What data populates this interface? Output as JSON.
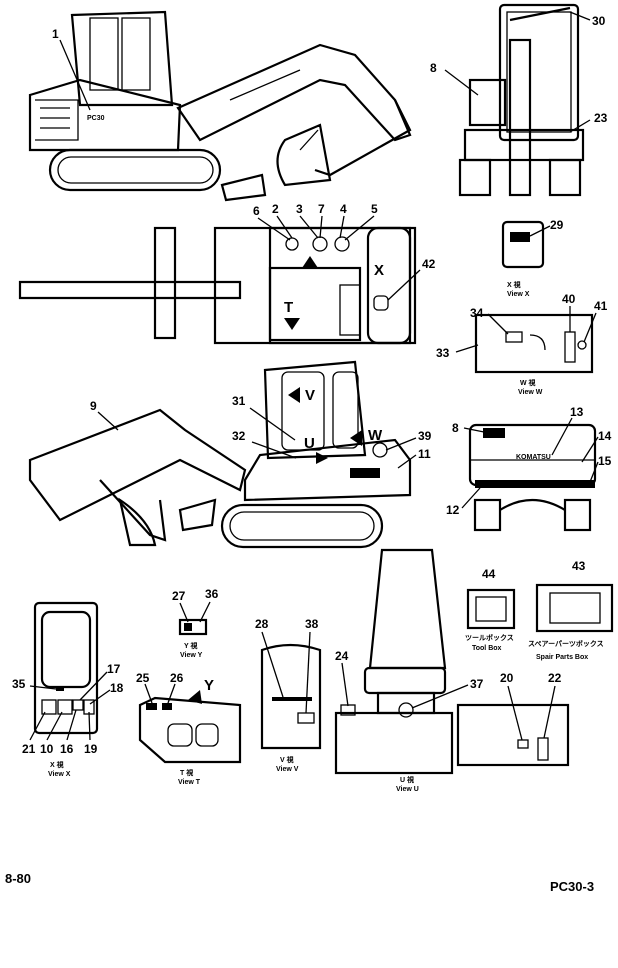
{
  "callouts": {
    "n1": "1",
    "n2": "2",
    "n3": "3",
    "n4": "4",
    "n5": "5",
    "n6": "6",
    "n7": "7",
    "n8": "8",
    "n9": "9",
    "n10": "10",
    "n11": "11",
    "n12": "12",
    "n13": "13",
    "n14": "14",
    "n15": "15",
    "n16": "16",
    "n17": "17",
    "n18": "18",
    "n19": "19",
    "n20": "20",
    "n21": "21",
    "n22": "22",
    "n23": "23",
    "n24": "24",
    "n25": "25",
    "n26": "26",
    "n27": "27",
    "n28": "28",
    "n29": "29",
    "n30": "30",
    "n31": "31",
    "n32": "32",
    "n33": "33",
    "n34": "34",
    "n35": "35",
    "n36": "36",
    "n37": "37",
    "n38": "38",
    "n39": "39",
    "n40": "40",
    "n41": "41",
    "n42": "42",
    "n43": "43",
    "n44": "44"
  },
  "view_letters": {
    "x": "X",
    "t": "T",
    "v": "V",
    "u": "U",
    "w": "W",
    "y": "Y"
  },
  "view_labels": {
    "view_x_top_jp": "X 視",
    "view_x_top": "View X",
    "view_w_jp": "W 視",
    "view_w": "View W",
    "view_y_jp": "Y 視",
    "view_y": "View Y",
    "view_t_jp": "T 視",
    "view_t": "View T",
    "view_v_jp": "V 視",
    "view_v": "View V",
    "view_u_jp": "U 視",
    "view_u": "View U",
    "view_x_bottom_jp": "X 視",
    "view_x_bottom": "View X",
    "tool_box_jp": "ツールボックス",
    "tool_box": "Tool Box",
    "spare_box_jp": "スペアーパーツボックス",
    "spare_box": "Spair Parts Box"
  },
  "decals": {
    "model_small": "PC30",
    "brand": "KOMATSU"
  },
  "footer": {
    "page": "8-80",
    "model": "PC30-3"
  }
}
